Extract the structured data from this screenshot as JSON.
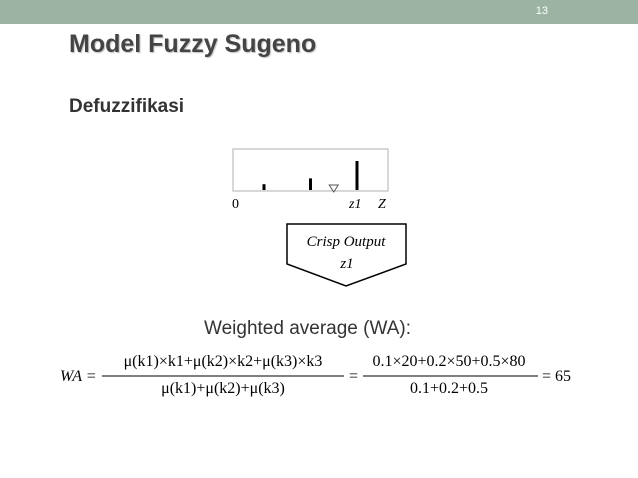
{
  "slide": {
    "number": "13",
    "title": "Model Fuzzy Sugeno",
    "subtitle": "Defuzzifikasi"
  },
  "diagram": {
    "axis_origin": "0",
    "axis_end": "Z",
    "marker_label": "z1",
    "output_box": {
      "line1": "Crisp Output",
      "line2": "z1"
    },
    "spikes": [
      {
        "z": 20,
        "mu": 0.1
      },
      {
        "z": 50,
        "mu": 0.2
      },
      {
        "z": 80,
        "mu": 0.5
      }
    ],
    "crisp_value": 65
  },
  "formula": {
    "heading": "Weighted average (WA):",
    "lhs": "WA =",
    "num1": "μ(k1)×k1+μ(k2)×k2+μ(k3)×k3",
    "den1": "μ(k1)+μ(k2)+μ(k3)",
    "eq2": "=",
    "num2": "0.1×20+0.2×50+0.5×80",
    "den2": "0.1+0.2+0.5",
    "result": "= 65"
  },
  "colors": {
    "topbar": "#9cb3a4",
    "title": "#444444"
  }
}
